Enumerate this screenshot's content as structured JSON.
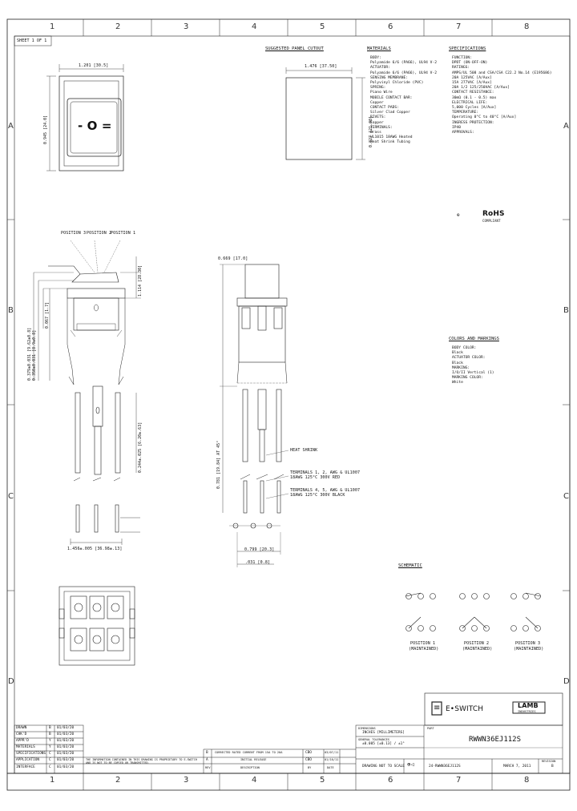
{
  "frame": {
    "cols_top": [
      "1",
      "2",
      "3",
      "4",
      "5",
      "6",
      "7",
      "8"
    ],
    "cols_bottom": [
      "1",
      "2",
      "3",
      "4",
      "5",
      "6",
      "7",
      "8"
    ],
    "rows_left": [
      "A",
      "B",
      "C",
      "D"
    ],
    "rows_right": [
      "A",
      "B",
      "C",
      "D"
    ]
  },
  "sheet_label": "SHEET 1 OF 1",
  "panel_cutout": {
    "title": "SUGGESTED PANEL CUTOUT",
    "width_dim": "1.476 [37.50]",
    "height_dim": "0.827 [21.00]"
  },
  "top_view": {
    "width_dim": "1.201 [30.5]",
    "height_dim": "0.945 [24.0]",
    "symbol": "- O ="
  },
  "side_view": {
    "positions": [
      "POSITION 3",
      "POSITION 2",
      "POSITION 1"
    ],
    "dim_right": "1.114 [28.30]",
    "dims_left": [
      "0.379±0.031 [9.62±0.8]",
      "0.350±0.031 [8.9±0.8]",
      "0.067 [1.7]",
      "0.244±.025 [6.20±.63]"
    ],
    "bottom_dim": "1.456±.005 [36.98±.13]"
  },
  "front_view": {
    "top_dim": "0.669 [17.0]",
    "left_dim": "0.781 [19.84] AT 45°",
    "bottom_dim1": "0.799 [20.3]",
    "bottom_dim2": ".031 [0.8]",
    "callouts": [
      "HEAT SHRINK",
      "TERMINALS 1, 2, AWG & UL1007 18AWG 125°C 300V RED",
      "TERMINALS 4, 5, AWG & UL1007 18AWG 125°C 300V BLACK"
    ]
  },
  "materials": {
    "title": "MATERIALS",
    "lines": [
      "BODY:",
      "  Polyamide 6/6 (PA66), UL94 V-2",
      "",
      "ACTUATOR:",
      "  Polyamide 6/6 (PA66), UL94 V-2",
      "",
      "SENSING MEMBRANE:",
      "  Polyvinyl Chloride (PVC)",
      "",
      "SPRING:",
      "  Piano Wire",
      "",
      "MOBILE CONTACT BAR:",
      "  Copper",
      "",
      "CONTACT PADS:",
      "  Silver Clad Copper",
      "",
      "RIVETS:",
      "  Copper",
      "",
      "TERMINALS:",
      "  Brass",
      "  UL1015 18AWG Heated",
      "  Heat Shrink Tubing"
    ]
  },
  "specifications": {
    "title": "SPECIFICATIONS",
    "lines": [
      "FUNCTION:",
      "  DPDT (ON-OFF-ON)",
      "",
      "RATINGS:",
      "  AMPS/UL 508 and CSA/CSA C22.2 No.14 (E195686)",
      "  20A 125VAC [A/Aux]",
      "  15A 277VAC [A/Aux]",
      "  20A 1/2 125/250VAC [A/Aux]",
      "",
      "CONTACT RESISTANCE:",
      "  30mΩ (0.1 - 0.5) max",
      "",
      "ELECTRICAL LIFE:",
      "  5,000 Cycles [A/Aux]",
      "",
      "TEMPERATURE:",
      "  Operating 0°C to 40°C [A/Aux]",
      "",
      "INGRESS PROTECTION:",
      "  IP40",
      "",
      "APPROVALS:"
    ],
    "rohs": "RoHS",
    "rohs_sub": "COMPLIANT"
  },
  "colors": {
    "title": "COLORS AND MARKINGS",
    "lines": [
      "BODY COLOR:",
      "  Black",
      "",
      "ACTUATOR COLOR:",
      "  Black",
      "",
      "MARKING:",
      "  I/O/II Vertical (1)",
      "",
      "MARKING COLOR:",
      "  White"
    ]
  },
  "schematic": {
    "title": "SCHEMATIC",
    "labels": [
      [
        "POSITION 1",
        "(MAINTAINED)"
      ],
      [
        "POSITION 2",
        "(MAINTAINED)"
      ],
      [
        "POSITION 3",
        "(MAINTAINED)"
      ]
    ]
  },
  "brand": {
    "eswitch": "E•SWITCH",
    "lamb": "LAMB",
    "lamb_sub": "INDUSTRIES"
  },
  "title_block": {
    "units_label": "DIMENSIONS",
    "units_value": "INCHES [MILLIMETERS]",
    "tol_label": "GENERAL TOLERANCES",
    "tol_value": "±0.005 [±0.13] / ±1°",
    "scale_label": "DRAWING NOT TO SCALE",
    "part_label": "PART",
    "part_number": "RWWN36EJ112S",
    "drawing_no": "24-RWWN36EJ112S",
    "date": "MARCH 7, 2011",
    "rev": "B",
    "rev_label": "REVISION"
  },
  "approvals_table": {
    "rows": [
      [
        "DRAWN",
        "B",
        "01/03/20"
      ],
      [
        "CHK'D",
        "B",
        "01/03/20"
      ],
      [
        "APPR'D",
        "Y",
        "01/03/20"
      ],
      [
        "MATERIALS",
        "Y",
        "01/03/20"
      ],
      [
        "SPECIFICATIONS",
        "C",
        "01/03/20"
      ],
      [
        "APPLICATION",
        "C",
        "01/03/20"
      ],
      [
        "INTERFACE",
        "C",
        "01/03/20"
      ]
    ]
  },
  "revision_table": {
    "rows": [
      [
        "B",
        "CORRECTED RATED CURRENT FROM 15A TO 20A",
        "CBO",
        "03/07/11"
      ],
      [
        "A",
        "INITIAL RELEASE",
        "CBO",
        "01/10/11"
      ],
      [
        "REV",
        "DESCRIPTION",
        "BY",
        "DATE"
      ]
    ]
  },
  "proprietary": "THE INFORMATION CONTAINED IN THIS DRAWING IS PROPRIETARY TO E-SWITCH AND IS NOT TO BE COPIED OR TRANSMITTED."
}
